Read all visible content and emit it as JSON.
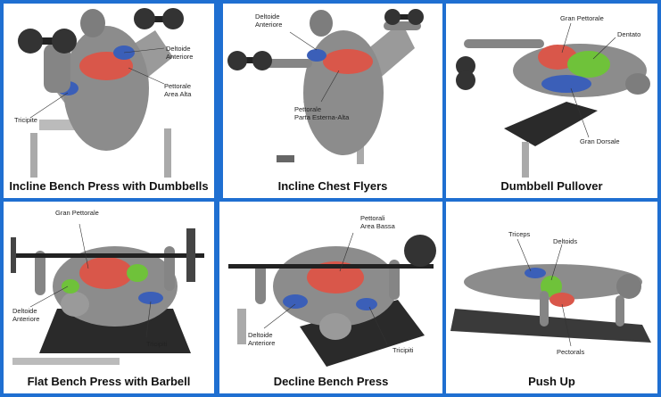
{
  "colors": {
    "frame": "#1f6fd1",
    "muscle_red": "#d9574a",
    "muscle_blue": "#3b5fb8",
    "muscle_green": "#6fc23a",
    "body_gray": "#8c8c8c"
  },
  "panels": [
    {
      "caption": "Incline Bench Press with Dumbbells",
      "labels": {
        "l1": "Deltoide",
        "l2": "Anteriore",
        "l3": "Pettorale",
        "l4": "Area Alta",
        "l5": "Tricipite"
      }
    },
    {
      "caption": "Incline Chest Flyers",
      "labels": {
        "l1": "Deltoide",
        "l2": "Anteriore",
        "l3": "Pettorale",
        "l4": "Parta Esterna-Alta"
      }
    },
    {
      "caption": "Dumbbell Pullover",
      "labels": {
        "l1": "Gran Pettorale",
        "l2": "Dentato",
        "l3": "Gran Dorsale"
      }
    },
    {
      "caption": "Flat Bench Press with Barbell",
      "labels": {
        "l1": "Gran Pettorale",
        "l2": "Deltoide",
        "l3": "Anteriore",
        "l4": "Tricipiti"
      }
    },
    {
      "caption": "Decline Bench Press",
      "labels": {
        "l1": "Pettorali",
        "l2": "Area Bassa",
        "l3": "Deltoide",
        "l4": "Anteriore",
        "l5": "Tricipiti"
      }
    },
    {
      "caption": "Push Up",
      "labels": {
        "l1": "Triceps",
        "l2": "Deltoids",
        "l3": "Pectorals"
      }
    }
  ]
}
